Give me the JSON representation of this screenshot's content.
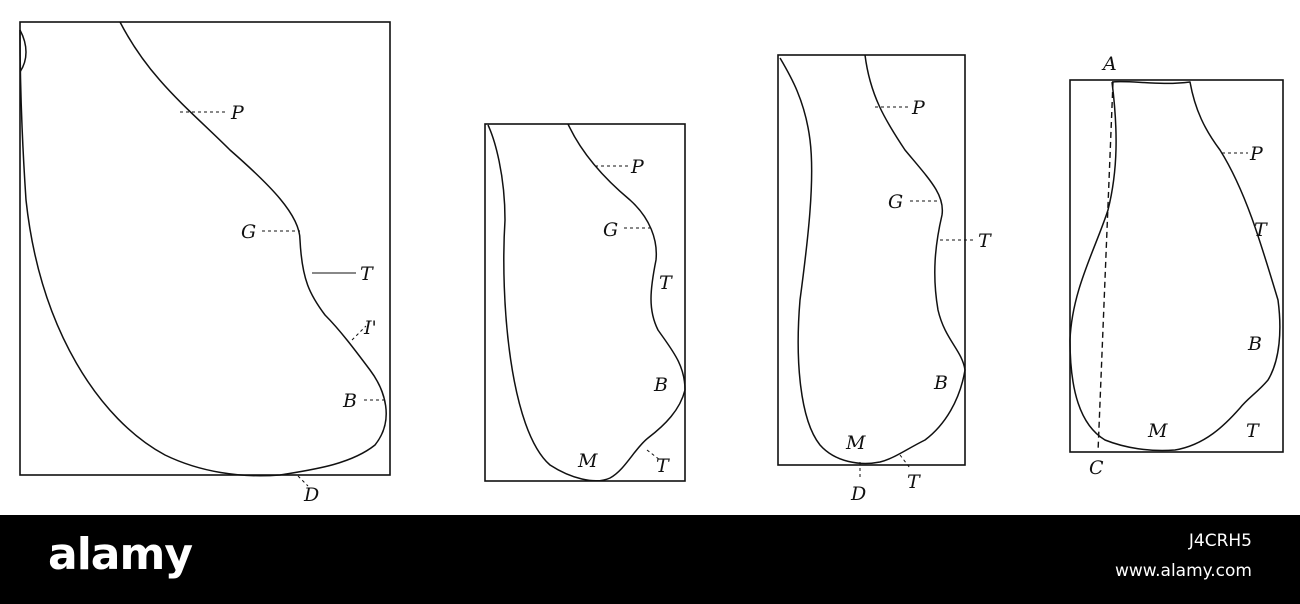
{
  "figures": [
    {
      "id": "figure-1",
      "labels": [
        "P",
        "G",
        "T",
        "I'",
        "B",
        "D"
      ]
    },
    {
      "id": "figure-2",
      "labels": [
        "P",
        "G",
        "T",
        "B",
        "M",
        "T"
      ]
    },
    {
      "id": "figure-3",
      "labels": [
        "P",
        "G",
        "T",
        "B",
        "M",
        "D",
        "T"
      ]
    },
    {
      "id": "figure-4",
      "labels": [
        "A",
        "P",
        "T",
        "B",
        "M",
        "T",
        "C"
      ]
    }
  ],
  "watermark": {
    "brand": "alamy",
    "image_id": "J4CRH5",
    "site": "www.alamy.com"
  },
  "colors": {
    "ink": "#111111",
    "paper": "#ffffff",
    "footer": "#000000"
  }
}
